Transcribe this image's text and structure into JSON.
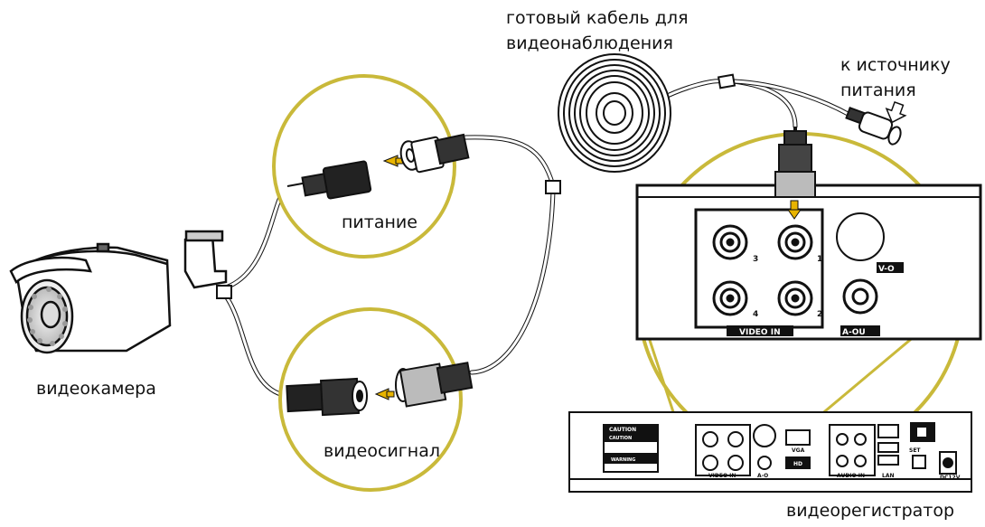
{
  "labels": {
    "cable_line1": "готовый кабель для",
    "cable_line2": "видеонаблюдения",
    "power_source_line1": "к источнику",
    "power_source_line2": "питания",
    "power": "питание",
    "camera": "видеокамера",
    "video_signal": "видеосигнал",
    "dvr": "видеорегистратор"
  },
  "panel": {
    "video_in": "VIDEO IN",
    "port1": "1",
    "port2": "2",
    "port3": "3",
    "port4": "4",
    "v_out": "V-O",
    "a_out": "A-OU"
  },
  "dvr_panel": {
    "caution1": "CAUTION",
    "caution2": "CAUTION",
    "warning": "WARNING",
    "video_in": "VIDEO IN",
    "vga": "VGA",
    "hd": "HD",
    "audio_in": "AUDIO IN",
    "a_out": "A-O",
    "lan": "LAN",
    "set": "SET",
    "dc": "DC12V"
  },
  "colors": {
    "highlight": "#c9b93a",
    "outline": "#111111",
    "arrow": "#e8b400",
    "connector": "#333333"
  }
}
